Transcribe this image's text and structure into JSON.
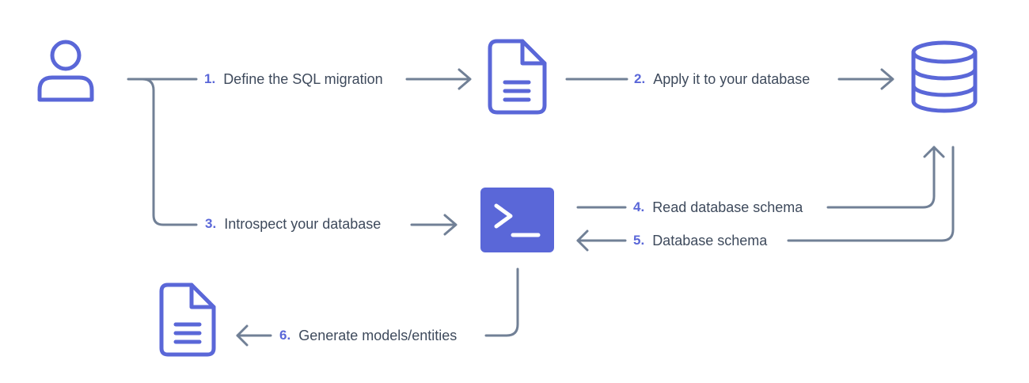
{
  "colors": {
    "icon": "#5a67d8",
    "line": "#718096",
    "text": "#3e4a5c",
    "step_number": "#5a67d8",
    "terminal_bg": "#5a67d8"
  },
  "nodes": {
    "user": {
      "icon": "user-icon"
    },
    "migration_file": {
      "icon": "document-icon"
    },
    "database": {
      "icon": "database-icon"
    },
    "cli_terminal": {
      "icon": "terminal-icon"
    },
    "generated_file": {
      "icon": "document-icon"
    }
  },
  "steps": [
    {
      "number": "1.",
      "text": "Define the SQL migration"
    },
    {
      "number": "2.",
      "text": "Apply it to your database"
    },
    {
      "number": "3.",
      "text": "Introspect your database"
    },
    {
      "number": "4.",
      "text": "Read database schema"
    },
    {
      "number": "5.",
      "text": "Database schema"
    },
    {
      "number": "6.",
      "text": "Generate models/entities"
    }
  ]
}
